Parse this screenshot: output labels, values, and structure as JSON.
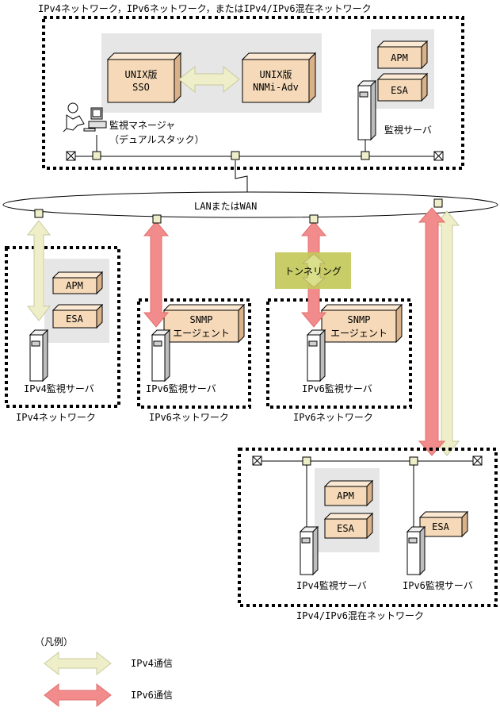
{
  "top_network": {
    "title": "IPv4ネットワーク，IPv6ネットワーク，またはIPv4/IPv6混在ネットワーク",
    "unix_sso": [
      "UNIX版",
      "SSO"
    ],
    "unix_nnmi": [
      "UNIX版",
      "NNMi-Adv"
    ],
    "manager_label": [
      "監視マネージャ",
      "（デュアルスタック）"
    ],
    "server_label": "監視サーバ",
    "apm": "APM",
    "esa": "ESA"
  },
  "lan_label": "LANまたはWAN",
  "tunneling_label": "トンネリング",
  "net_ipv4": {
    "label": "IPv4ネットワーク",
    "server_label": "IPv4監視サーバ",
    "apm": "APM",
    "esa": "ESA"
  },
  "net_ipv6_a": {
    "label": "IPv6ネットワーク",
    "server_label": "IPv6監視サーバ",
    "agent": [
      "SNMP",
      "エージェント"
    ]
  },
  "net_ipv6_b": {
    "label": "IPv6ネットワーク",
    "server_label": "IPv6監視サーバ",
    "agent": [
      "SNMP",
      "エージェント"
    ]
  },
  "mixed_network": {
    "label": "IPv4/IPv6混在ネットワーク",
    "ipv4_server_label": "IPv4監視サーバ",
    "ipv6_server_label": "IPv6監視サーバ",
    "apm": "APM",
    "esa": "ESA",
    "esa2": "ESA"
  },
  "legend": {
    "title": "（凡例）",
    "ipv4": "IPv4通信",
    "ipv6": "IPv6通信"
  },
  "colors": {
    "ipv4_arrow": "#eeeec8",
    "ipv6_arrow": "#f28b8b",
    "box_fill": "#f5d9b8",
    "tunnel_fill": "#c4c95a",
    "gray_panel": "#e6e6e6"
  }
}
